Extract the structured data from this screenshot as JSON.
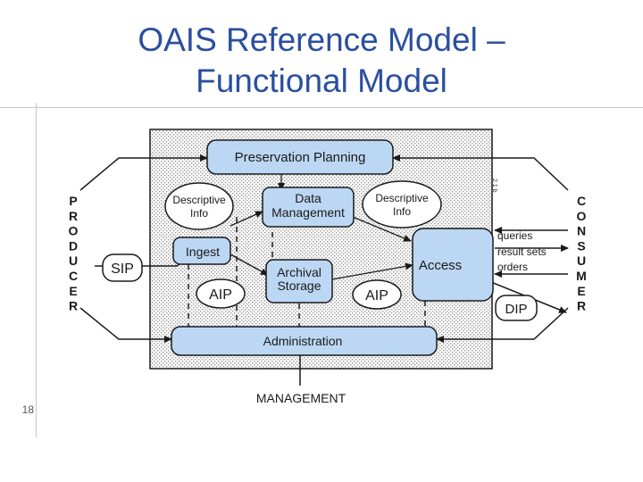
{
  "slide": {
    "title_line1": "OAIS Reference Model –",
    "title_line2": "Functional Model",
    "page_number": "18"
  },
  "diagram": {
    "producer_letters": [
      "P",
      "R",
      "O",
      "D",
      "U",
      "C",
      "E",
      "R"
    ],
    "consumer_letters": [
      "C",
      "O",
      "N",
      "S",
      "U",
      "M",
      "E",
      "R"
    ],
    "preservation_planning": "Preservation Planning",
    "descriptive_info_left": [
      "Descriptive",
      "Info"
    ],
    "data_management": [
      "Data",
      "Management"
    ],
    "descriptive_info_right": [
      "Descriptive",
      "Info"
    ],
    "ingest": "Ingest",
    "access": "Access",
    "archival_storage": [
      "Archival",
      "Storage"
    ],
    "administration": "Administration",
    "management": "MANAGEMENT",
    "sip": "SIP",
    "aip_left": "AIP",
    "aip_right": "AIP",
    "dip": "DIP",
    "queries": "queries",
    "result_sets": "result sets",
    "orders": "orders",
    "side_note": "2 1 b"
  },
  "colors": {
    "title": "#2a4f9e",
    "box_fill": "#bcd7f3",
    "line": "#1a1a1a"
  }
}
